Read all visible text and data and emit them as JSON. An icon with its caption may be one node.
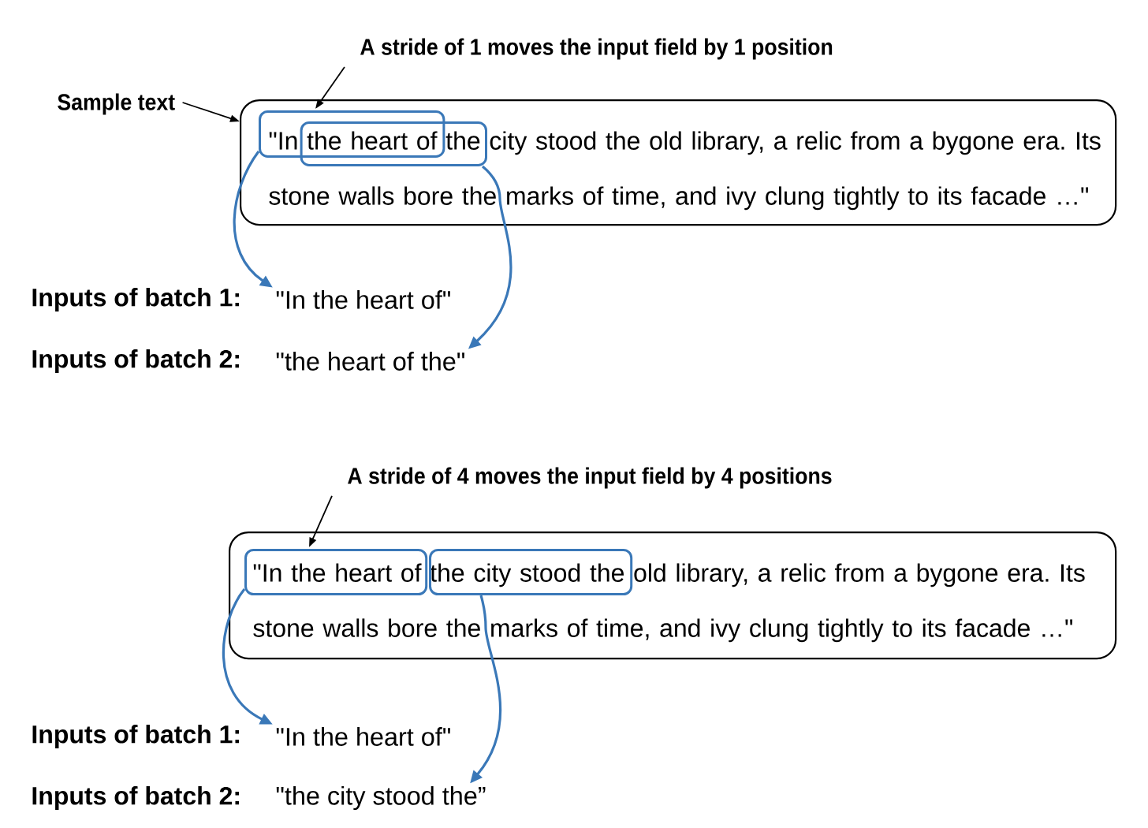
{
  "diagram": {
    "nodes": [
      {
        "text": [
          "A stride of 1 moves the input field by 1 position"
        ]
      },
      {
        "text": [
          "Sample text"
        ]
      },
      {
        "text": [
          "\"In the heart of the city stood the old library, a relic from a bygone era. Its stone walls bore the marks of time, and ivy clung tightly to its facade …\""
        ]
      },
      {
        "text": [],
        "shape": "box",
        "in": 2
      },
      {
        "text": [],
        "shape": "box",
        "in": 2
      },
      {
        "text": [
          "\"In the heart of\""
        ]
      },
      {
        "text": [
          "\"the heart of the\""
        ]
      },
      {
        "text": [
          "A stride of 4 moves the input field by 4 positions"
        ]
      },
      {
        "text": [
          "\"In the heart of the city stood the old library, a relic from a bygone era. Its stone walls bore the marks of time, and ivy clung tightly to its facade …\""
        ]
      },
      {
        "text": [],
        "shape": "box",
        "in": 8
      },
      {
        "text": [],
        "shape": "box",
        "in": 8
      },
      {
        "text": [
          "\"In the heart of\""
        ]
      },
      {
        "text": [
          "\"the city stood the”"
        ]
      }
    ],
    "edges": [
      {
        "from": 1,
        "to": 2,
        "arrow": "to",
        "color": "#000000"
      },
      {
        "from": 0,
        "to": 3,
        "arrow": "to",
        "color": "#000000"
      },
      {
        "from": 3,
        "to": 5,
        "arrow": "to"
      },
      {
        "from": 4,
        "to": 6,
        "arrow": "to"
      },
      {
        "from": 7,
        "to": 9,
        "arrow": "to",
        "color": "#000000"
      },
      {
        "from": 9,
        "to": 11,
        "arrow": "to"
      },
      {
        "from": 10,
        "to": 12,
        "arrow": "to"
      }
    ],
    "labels": [
      "Inputs of batch 1:",
      "Inputs of batch 2:",
      "Inputs of batch 1:",
      "Inputs of batch 2:"
    ]
  }
}
